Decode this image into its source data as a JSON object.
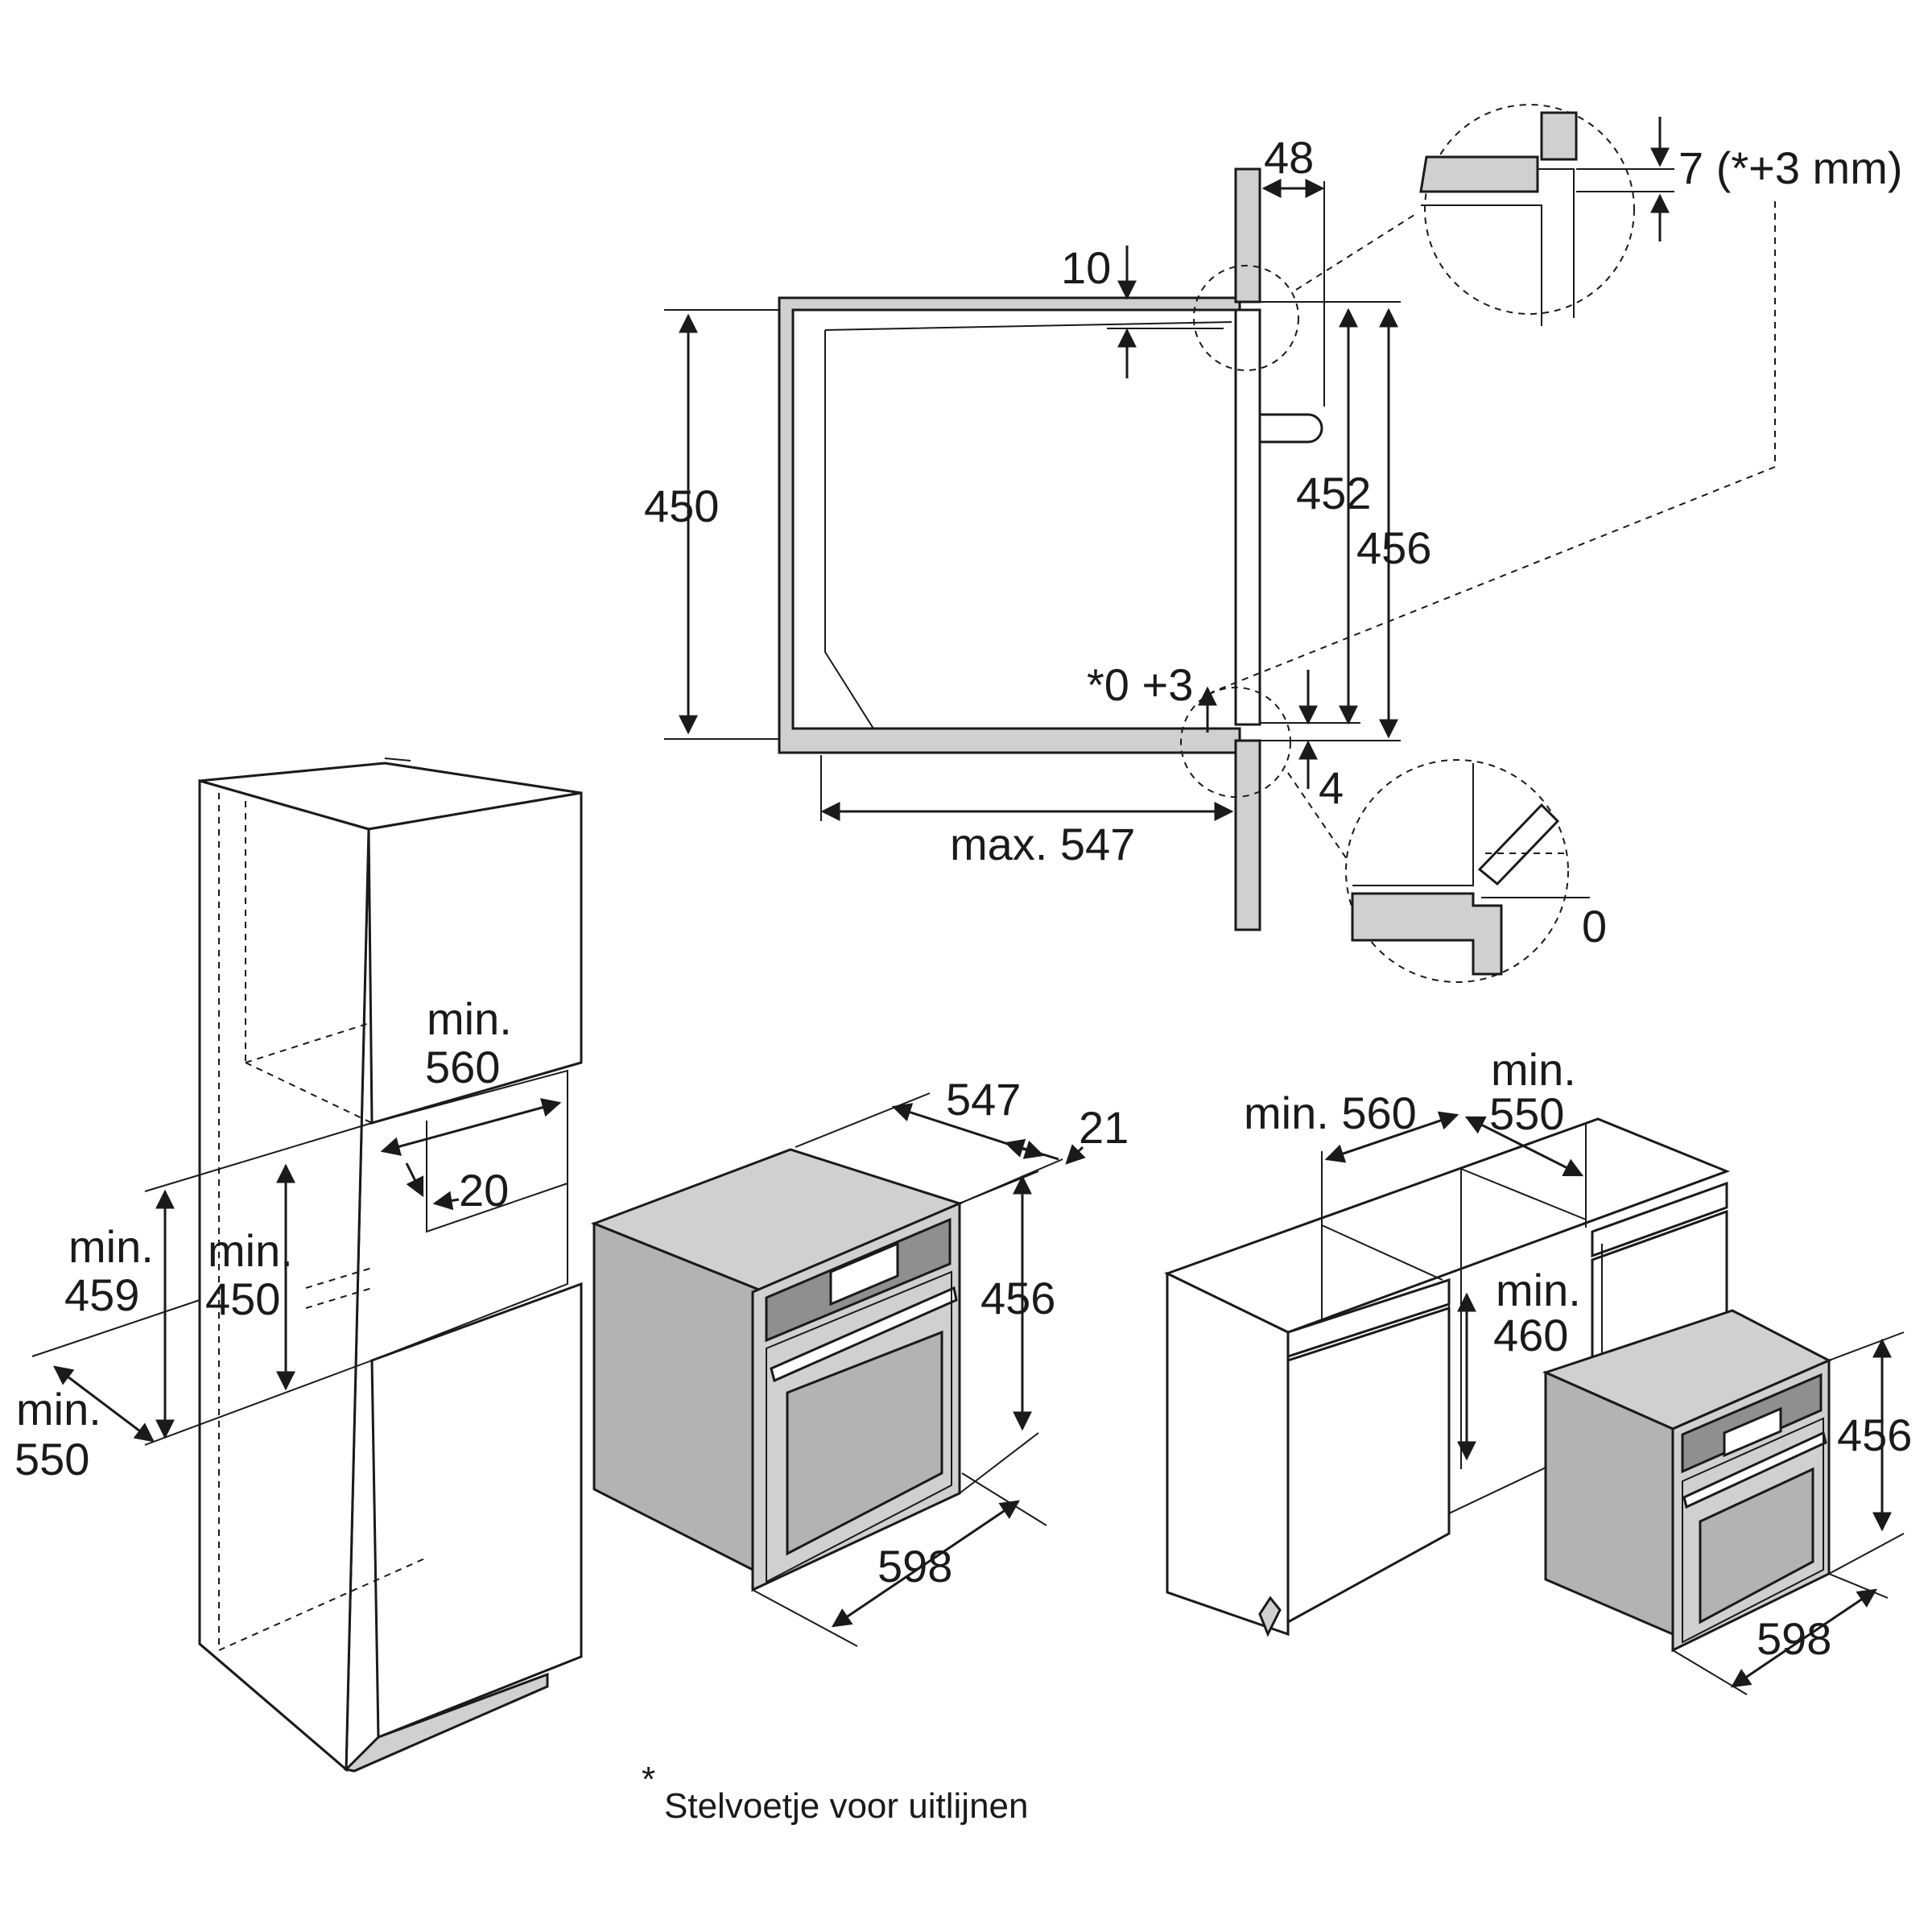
{
  "section_view": {
    "dims": {
      "d48": "48",
      "d10": "10",
      "d7": "7 (*+3 mm)",
      "d450": "450",
      "d452": "452",
      "d456": "456",
      "d03": "*0 +3",
      "d4": "4",
      "dmax547": "max. 547",
      "d0": "0"
    }
  },
  "tall_cabinet": {
    "min560_a": "min.",
    "min560_b": "560",
    "d20": "20",
    "min459_a": "min.",
    "min459_b": "459",
    "min450_a": "min.",
    "min450_b": "450",
    "min550_a": "min.",
    "min550_b": "550"
  },
  "oven": {
    "d547": "547",
    "d21": "21",
    "d456": "456",
    "d598": "598"
  },
  "base_cabinet": {
    "min560": "min. 560",
    "min550_a": "min.",
    "min550_b": "550",
    "min460_a": "min.",
    "min460_b": "460",
    "d456": "456",
    "d598": "598"
  },
  "footnote": {
    "star": "*",
    "text": "Stelvoetje voor uitlijnen"
  }
}
